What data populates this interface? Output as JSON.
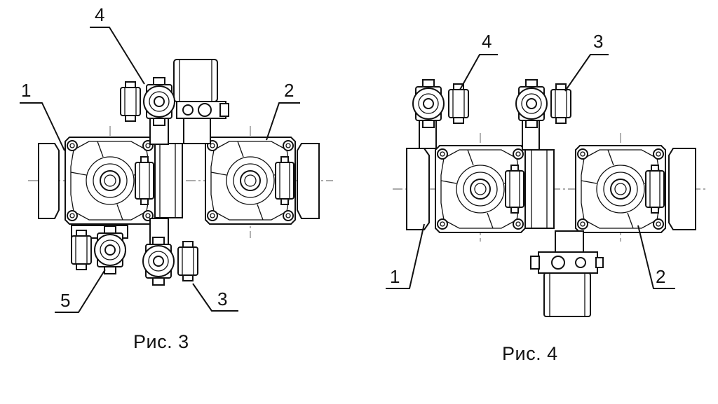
{
  "figures": [
    {
      "caption": "Рис. 3",
      "callouts": [
        "1",
        "2",
        "3",
        "4",
        "5"
      ]
    },
    {
      "caption": "Рис. 4",
      "callouts": [
        "1",
        "2",
        "3",
        "4"
      ]
    }
  ]
}
